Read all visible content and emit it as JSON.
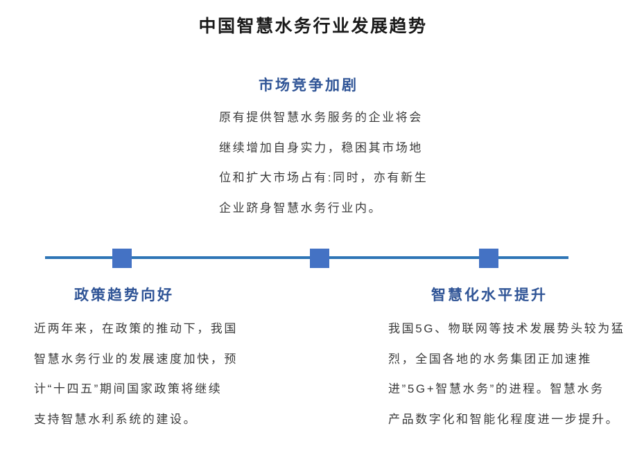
{
  "page": {
    "title": "中国智慧水务行业发展趋势"
  },
  "colors": {
    "title_text": "#1a1a1a",
    "heading_text": "#2F5496",
    "body_text": "#3a3a3a",
    "timeline_line": "#2E75B6",
    "timeline_marker": "#4472C4",
    "background": "#ffffff"
  },
  "sections": {
    "market": {
      "title": "市场竞争加剧",
      "body": "原有提供智慧水务服务的企业将会\n继续增加自身实力，稳困其市场地\n位和扩大市场占有:同时，亦有新生\n企业跻身智慧水务行业内。"
    },
    "policy": {
      "title": "政策趋势向好",
      "body": "近两年来，在政策的推动下，我国\n智慧水务行业的发展速度加快，预\n计“十四五”期间国家政策将继续\n支持智慧水利系统的建设。"
    },
    "smart": {
      "title": "智慧化水平提升",
      "body": "我国5G、物联网等技术发展势头较为猛\n烈，全国各地的水务集团正加速推\n进”5G+智慧水务”的进程。智慧水务\n产品数字化和智能化程度进一步提升。"
    }
  }
}
